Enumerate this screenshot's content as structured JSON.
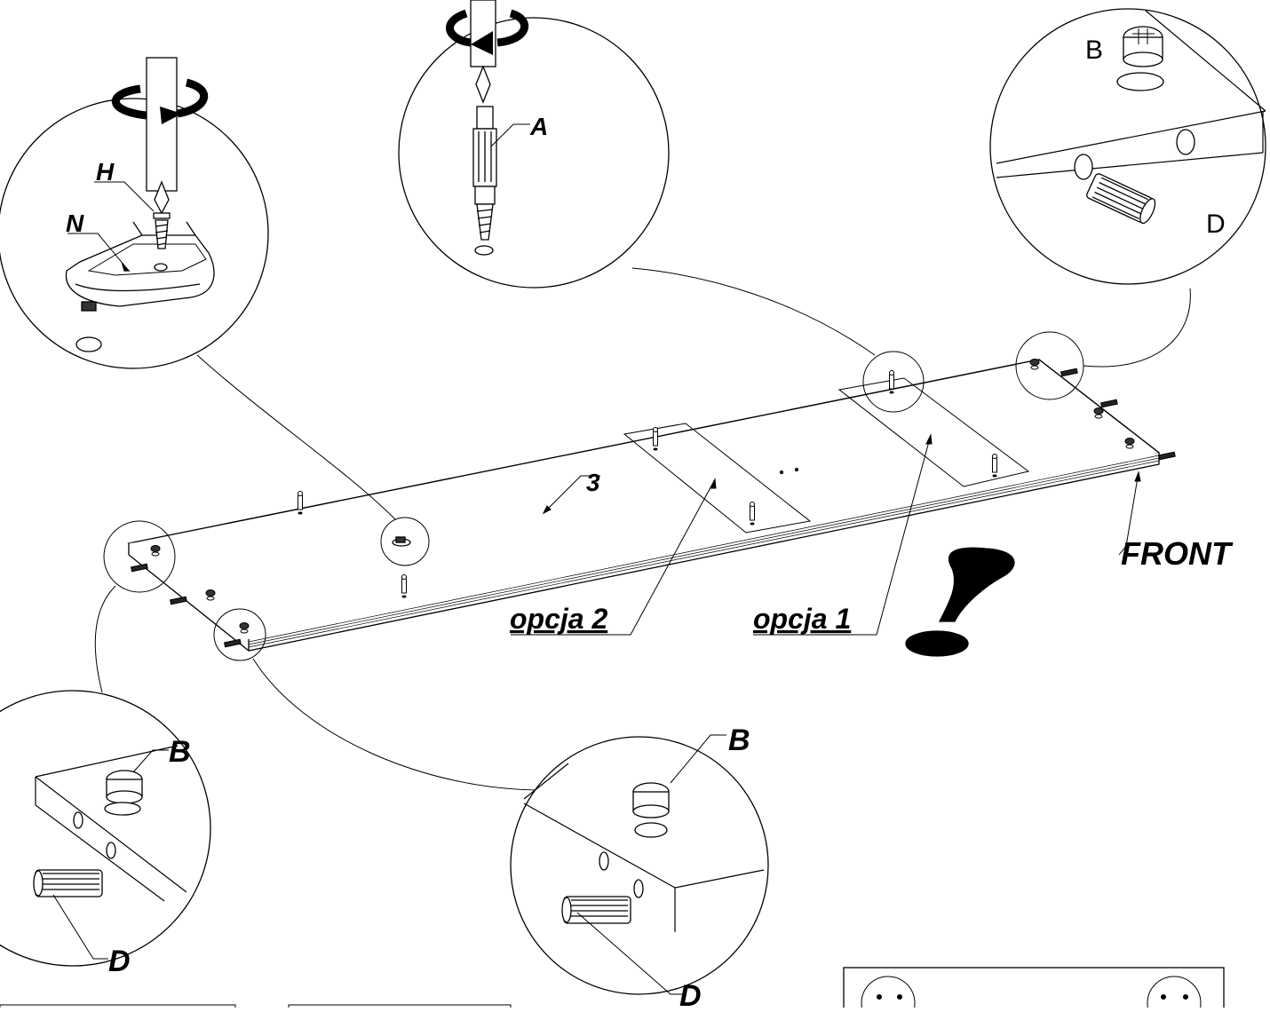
{
  "labels": {
    "panel_number": "3",
    "front": "FRONT",
    "option_1": "opcja 1",
    "option_2": "opcja 2",
    "part_A": "A",
    "part_B_bottom_left": "B",
    "part_B_bottom_center": "B",
    "part_B_top_right": "B",
    "part_D_bottom_left": "D",
    "part_D_bottom_center": "D",
    "part_D_top_right": "D",
    "part_H": "H",
    "part_N": "N"
  },
  "icons": {
    "warning": "exclamation-mark-icon",
    "rotation": "rotate-arrow-icon"
  },
  "colors": {
    "ink": "#000000",
    "background": "#ffffff"
  }
}
